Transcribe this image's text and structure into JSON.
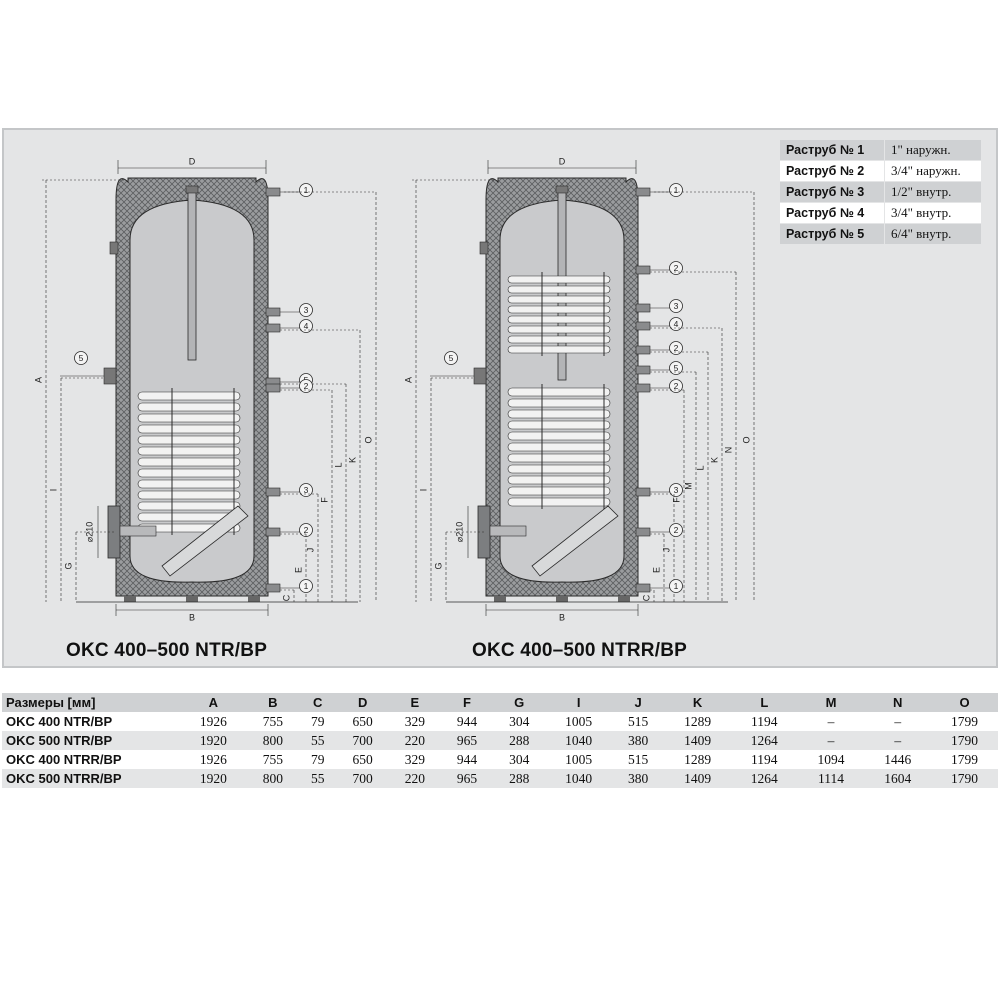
{
  "diagram": {
    "captions": {
      "left": "OKC 400–500 NTR/BP",
      "right": "OKC 400–500 NTRR/BP"
    },
    "left_labels": {
      "d": "D",
      "b": "B",
      "a": "A",
      "i": "I",
      "g": "G",
      "o": "O",
      "k": "K",
      "l": "L",
      "f": "F",
      "j": "J",
      "e": "E",
      "c": "C",
      "dia": "⌀210"
    },
    "right_labels": {
      "d": "D",
      "b": "B",
      "a": "A",
      "i": "I",
      "g": "G",
      "o": "O",
      "n": "N",
      "k": "K",
      "l": "L",
      "m": "M",
      "f": "F",
      "j": "J",
      "e": "E",
      "c": "C",
      "dia": "⌀210"
    },
    "left_callouts": [
      "1",
      "3",
      "4",
      "5",
      "2",
      "3",
      "2",
      "1"
    ],
    "right_callouts": [
      "1",
      "2",
      "3",
      "4",
      "2",
      "5",
      "2",
      "3",
      "2",
      "1"
    ],
    "colors": {
      "panel": "#e4e5e6",
      "tank": "#c9cacc",
      "insulation": "#8a8c8e",
      "line": "#2a2a2a",
      "coil": "#f2f2f2"
    }
  },
  "legend": [
    {
      "label": "Раструб № 1",
      "value": "1\" наружн."
    },
    {
      "label": "Раструб № 2",
      "value": "3/4\" наружн."
    },
    {
      "label": "Раструб № 3",
      "value": "1/2\" внутр."
    },
    {
      "label": "Раструб № 4",
      "value": "3/4\" внутр."
    },
    {
      "label": "Раструб № 5",
      "value": "6/4\" внутр."
    }
  ],
  "dimensions": {
    "headers": [
      "Размеры [мм]",
      "A",
      "B",
      "C",
      "D",
      "E",
      "F",
      "G",
      "I",
      "J",
      "K",
      "L",
      "M",
      "N",
      "O"
    ],
    "rows": [
      [
        "OKC 400 NTR/BP",
        "1926",
        "755",
        "79",
        "650",
        "329",
        "944",
        "304",
        "1005",
        "515",
        "1289",
        "1194",
        "–",
        "–",
        "1799"
      ],
      [
        "OKC 500 NTR/BP",
        "1920",
        "800",
        "55",
        "700",
        "220",
        "965",
        "288",
        "1040",
        "380",
        "1409",
        "1264",
        "–",
        "–",
        "1790"
      ],
      [
        "OKC 400 NTRR/BP",
        "1926",
        "755",
        "79",
        "650",
        "329",
        "944",
        "304",
        "1005",
        "515",
        "1289",
        "1194",
        "1094",
        "1446",
        "1799"
      ],
      [
        "OKC 500 NTRR/BP",
        "1920",
        "800",
        "55",
        "700",
        "220",
        "965",
        "288",
        "1040",
        "380",
        "1409",
        "1264",
        "1114",
        "1604",
        "1790"
      ]
    ]
  }
}
